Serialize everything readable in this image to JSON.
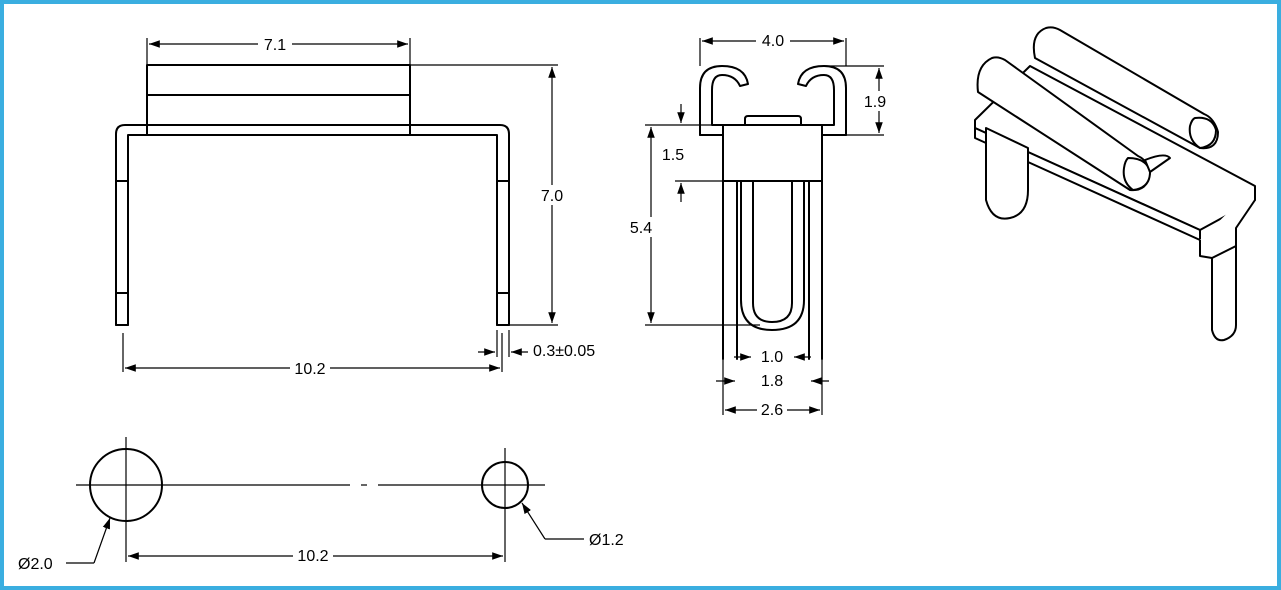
{
  "dimensions": {
    "front_top_width": "7.1",
    "front_height": "7.0",
    "front_base_width": "10.2",
    "thickness": "0.3±0.05",
    "side_top_width": "4.0",
    "side_hook_height": "1.9",
    "side_step": "1.5",
    "side_leg_height": "5.4",
    "slot_width": "1.0",
    "leg_span": "1.8",
    "body_width": "2.6",
    "hole_large": "Ø2.0",
    "hole_spacing": "10.2",
    "hole_small": "Ø1.2"
  },
  "colors": {
    "border": "#3aaee0",
    "line": "#000000"
  }
}
